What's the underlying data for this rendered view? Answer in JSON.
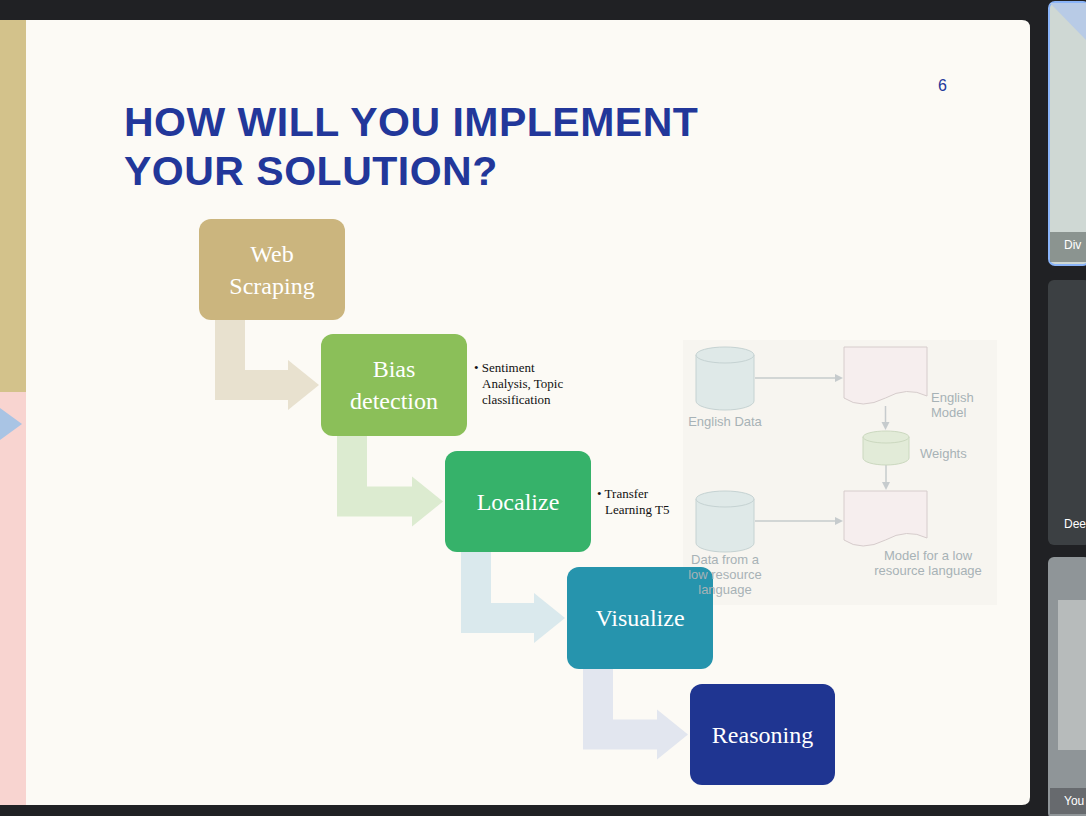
{
  "diagram": {
    "title": "HOW WILL YOU IMPLEMENT YOUR SOLUTION?",
    "nodes": [
      {
        "text": [
          "Web Scraping"
        ]
      },
      {
        "text": [
          "Bias detection"
        ]
      },
      {
        "text": [
          "Localize"
        ]
      },
      {
        "text": [
          "Visualize"
        ]
      },
      {
        "text": [
          "Reasoning"
        ]
      },
      {
        "text": [
          "English Data"
        ]
      },
      {
        "text": [
          "English Model"
        ]
      },
      {
        "text": [
          "Weights"
        ]
      },
      {
        "text": [
          "Data from a low resource language"
        ]
      },
      {
        "text": [
          "Model for a low resource language"
        ]
      }
    ],
    "edges": [
      {
        "from": 0,
        "to": 1,
        "arrow": "to"
      },
      {
        "from": 1,
        "to": 2,
        "arrow": "to"
      },
      {
        "from": 2,
        "to": 3,
        "arrow": "to"
      },
      {
        "from": 3,
        "to": 4,
        "arrow": "to"
      },
      {
        "from": 5,
        "to": 6,
        "arrow": "to"
      },
      {
        "from": 6,
        "to": 7,
        "arrow": "to"
      },
      {
        "from": 7,
        "to": 9,
        "arrow": "to"
      },
      {
        "from": 8,
        "to": 9,
        "arrow": "to"
      }
    ],
    "labels": [
      "6",
      "• Sentiment Analysis, Topic classification",
      "• Transfer Learning T5",
      "Div",
      "Dee",
      "You"
    ]
  }
}
